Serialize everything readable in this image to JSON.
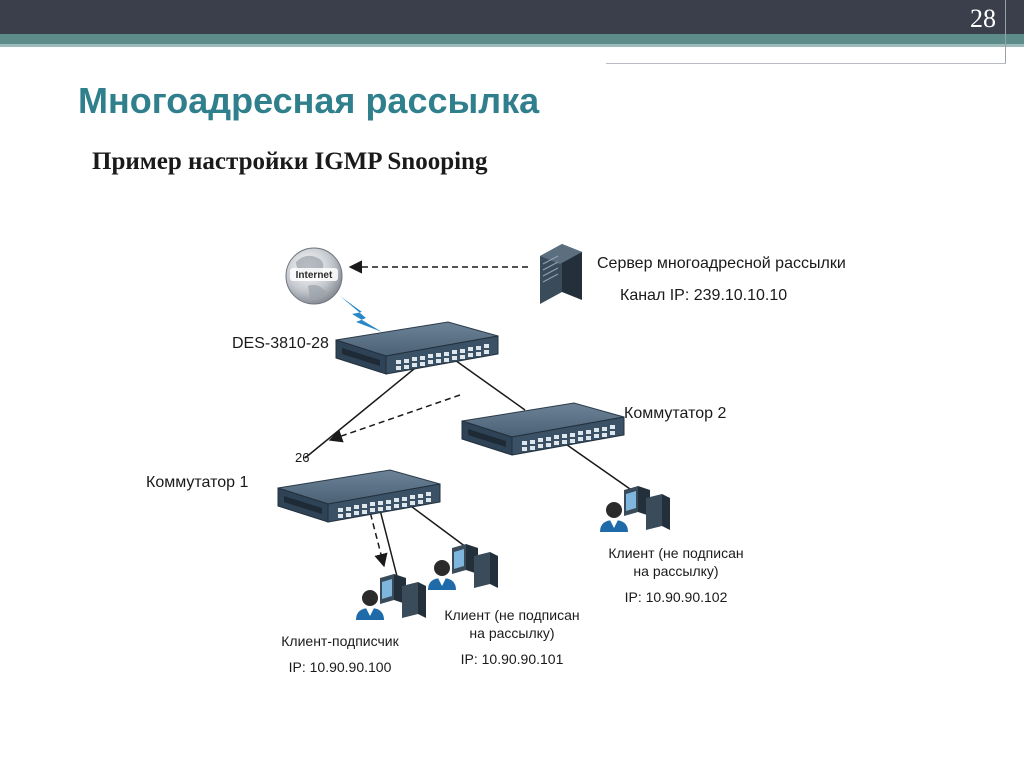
{
  "slide": {
    "number": "28",
    "title": "Многоадресная рассылка",
    "subtitle": "Пример настройки IGMP Snooping"
  },
  "diagram": {
    "internet": {
      "icon": "globe-icon",
      "label": "Internet"
    },
    "server": {
      "icon": "server-icon",
      "name": "Сервер многоадресной рассылки",
      "channel": "Канал IP: 239.10.10.10"
    },
    "core_switch": {
      "icon": "switch-icon",
      "label": "DES-3810-28"
    },
    "switch1": {
      "icon": "switch-icon",
      "label": "Коммутатор 1",
      "port": "26"
    },
    "switch2": {
      "icon": "switch-icon",
      "label": "Коммутатор 2"
    },
    "client_subscriber": {
      "icon": "user-computer-icon",
      "name": "Клиент-подписчик",
      "ip": "IP: 10.90.90.100"
    },
    "client_101": {
      "icon": "user-computer-icon",
      "name_line1": "Клиент (не подписан",
      "name_line2": "на рассылку)",
      "ip": "IP: 10.90.90.101"
    },
    "client_102": {
      "icon": "user-computer-icon",
      "name_line1": "Клиент (не подписан",
      "name_line2": "на рассылку)",
      "ip": "IP: 10.90.90.102"
    },
    "colors": {
      "title": "#2f7f8c",
      "switch_body": "#3c5468",
      "link": "#1a1a1a",
      "wireless": "#2a88c8"
    }
  }
}
